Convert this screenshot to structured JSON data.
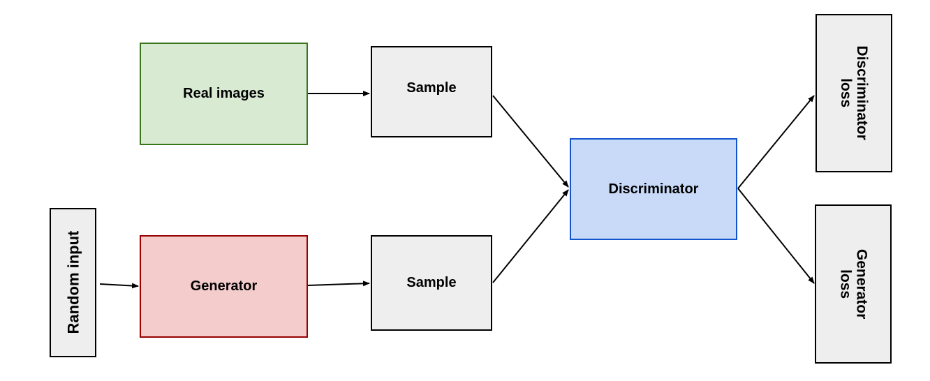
{
  "nodes": {
    "real_images": {
      "label": "Real images",
      "fill": "#d9ead3",
      "border": "#38761d"
    },
    "sample_top": {
      "label": "Sample",
      "fill": "#eeeeee",
      "border": "#000000"
    },
    "random_input": {
      "label": "Random input",
      "fill": "#eeeeee",
      "border": "#000000"
    },
    "generator": {
      "label": "Generator",
      "fill": "#f4cccc",
      "border": "#990000"
    },
    "sample_bottom": {
      "label": "Sample",
      "fill": "#eeeeee",
      "border": "#000000"
    },
    "discriminator": {
      "label": "Discriminator",
      "fill": "#c9daf8",
      "border": "#1155cc"
    },
    "discriminator_loss": {
      "label": "Discriminator\nloss",
      "fill": "#eeeeee",
      "border": "#000000"
    },
    "generator_loss": {
      "label": "Generator\nloss",
      "fill": "#eeeeee",
      "border": "#000000"
    }
  },
  "edges": [
    {
      "from": "real_images",
      "to": "sample_top"
    },
    {
      "from": "random_input",
      "to": "generator"
    },
    {
      "from": "generator",
      "to": "sample_bottom"
    },
    {
      "from": "sample_top",
      "to": "discriminator"
    },
    {
      "from": "sample_bottom",
      "to": "discriminator"
    },
    {
      "from": "discriminator",
      "to": "discriminator_loss"
    },
    {
      "from": "discriminator",
      "to": "generator_loss"
    }
  ],
  "colors": {
    "edge": "#000000"
  }
}
